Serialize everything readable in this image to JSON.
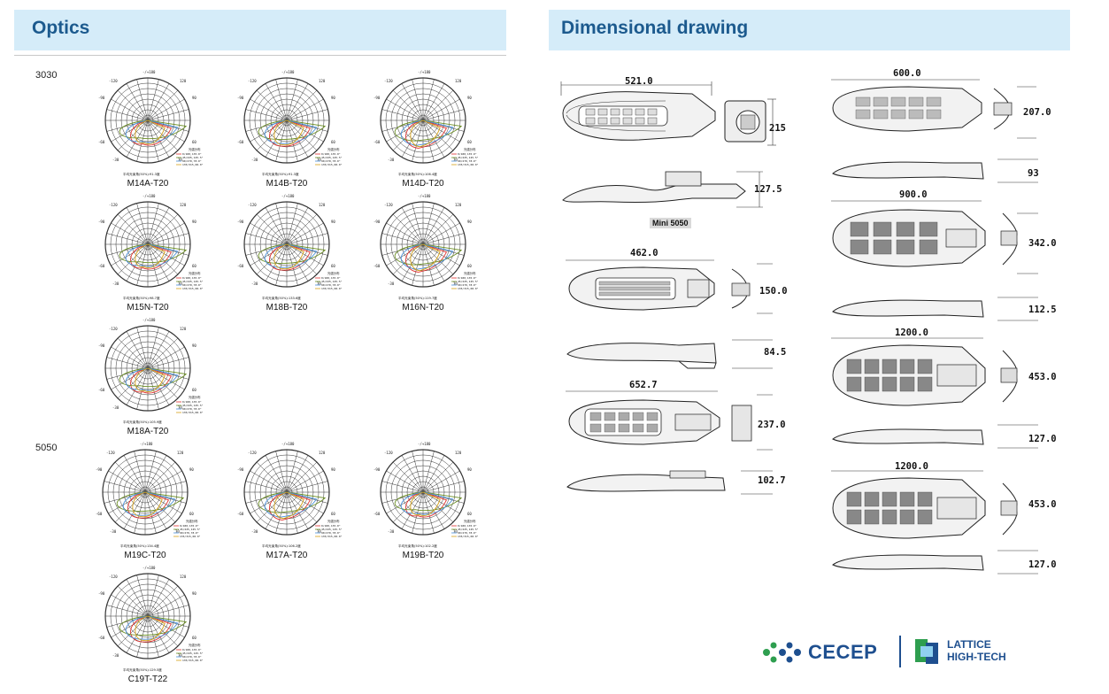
{
  "headers": {
    "optics": "Optics",
    "dimensional": "Dimensional drawing"
  },
  "groups": {
    "g3030": "3030",
    "g5050": "5050"
  },
  "optics": [
    {
      "label": "M14A-T20",
      "avg": "平均光束角(50%):91.3度"
    },
    {
      "label": "M14B-T20",
      "avg": "平均光束角(50%):91.3度"
    },
    {
      "label": "M14D-T20",
      "avg": "平均光束角(50%):106.4度"
    },
    {
      "label": "M15N-T20",
      "avg": "平均光束角(50%):98.7度"
    },
    {
      "label": "M18B-T20",
      "avg": "平均光束角(50%):133.6度"
    },
    {
      "label": "M16N-T20",
      "avg": "平均光束角(50%):119.7度"
    },
    {
      "label": "M18A-T20",
      "avg": "平均光束角(50%):105.9度"
    },
    {
      "label": "M19C-T20",
      "avg": "平均光束角(50%):134.4度"
    },
    {
      "label": "M17A-T20",
      "avg": "平均光束角(50%):106.2度"
    },
    {
      "label": "M19B-T20",
      "avg": "平均光束角(50%):102.2度"
    },
    {
      "label": "C19T-T22",
      "avg": "平均光束角(50%):129.5度"
    }
  ],
  "polar": {
    "top_tick": "-/+180",
    "tick_left_1": "-120",
    "tick_right_1": "120",
    "tick_left_2": "-90",
    "tick_right_2": "90",
    "tick_left_3": "-60",
    "tick_right_3": "60",
    "tick_left_4": "-30",
    "tick_right_4": "30",
    "legend_title": "光强分布",
    "legend_lines": [
      "0/180,135.0°",
      "45/225,125.5°",
      "90/270,78.0°",
      "135/315,68.0°"
    ],
    "curve_colors": [
      "#e0312f",
      "#6b8e23",
      "#4a90d9",
      "#d4a017"
    ]
  },
  "dimensions": {
    "mini_width": "521.0",
    "mini_height": "215",
    "mini_side": "127.5",
    "mini_caption": "Mini 5050",
    "d462_width": "462.0",
    "d462_height": "150.0",
    "d462_side": "84.5",
    "d652_width": "652.7",
    "d652_height": "237.0",
    "d652_side": "102.7",
    "d600_width": "600.0",
    "d600_height": "207.0",
    "d600_side": "93",
    "d900_width": "900.0",
    "d900_height": "342.0",
    "d900_side": "112.5",
    "d1200a_width": "1200.0",
    "d1200a_height": "453.0",
    "d1200a_side": "127.0",
    "d1200b_width": "1200.0",
    "d1200b_height": "453.0",
    "d1200b_side": "127.0"
  },
  "logos": {
    "cecep": "CECEP",
    "lattice_line1": "LATTICE",
    "lattice_line2": "HIGH-TECH"
  },
  "colors": {
    "header_bg": "#d5ecf9",
    "header_text": "#1c5a8e",
    "logo_blue": "#1e4f8f",
    "logo_green": "#2e9e4f"
  }
}
